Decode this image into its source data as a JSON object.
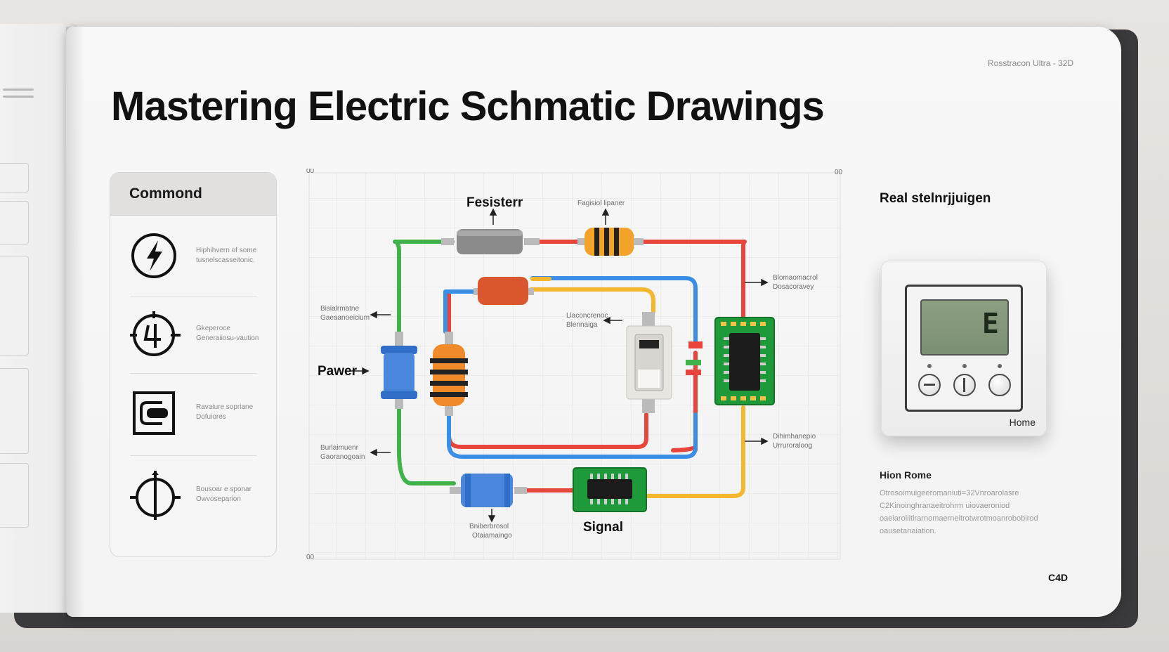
{
  "header": {
    "brand": "Rosstracon Ultra - 32D",
    "title": "Mastering Electric Schmatic Drawings"
  },
  "legend": {
    "title": "Commond",
    "items": [
      {
        "icon": "lightning-bolt-icon",
        "desc": "Hiphihvern of some tusnelscasseitonic."
      },
      {
        "icon": "ground-circle-icon",
        "desc": "Gkeperoce Generaiiosu-vaution"
      },
      {
        "icon": "switch-box-icon",
        "desc": "Ravaiure sopriane Dofuiores"
      },
      {
        "icon": "crosshair-circle-icon",
        "desc": "Bousoar e sponar Owvoseparion"
      }
    ]
  },
  "diagram": {
    "labels": {
      "resistor": "Fesisterr",
      "resistor2": "Fagisiol lipaner",
      "power": "Pawer",
      "signal": "Signal",
      "left_upper_1": "Bisialrmatne",
      "left_upper_2": "Gaeaanoeicium",
      "left_lower_1": "Burlaimuenr",
      "left_lower_2": "Gaoranogoain",
      "mid_1": "Llaconcrenoc",
      "mid_2": "Blennaiga",
      "right_upper_1": "Blomaomacrol",
      "right_upper_2": "Dosacoravey",
      "right_lower_1": "Dihimhanepio",
      "right_lower_2": "Urruroraloog",
      "bottom_1": "Bniberbrosol",
      "bottom_2": "Otaiamaingo",
      "tag_tl": "00",
      "tag_tr": "00",
      "tag_bl": "00"
    },
    "wire_colors": {
      "green": "#3fb24c",
      "red": "#e8453c",
      "blue": "#3a8ee6",
      "yellow": "#f4b72e"
    }
  },
  "right_panel": {
    "title": "Real stelnrjjuigen",
    "device_display": "E",
    "device_label": "Home",
    "subtitle": "Hion Rome",
    "paragraph": "Otrosoimuigeeromaniuti=32Vnroarolasre C2Kinoinghranaeitrohrm uiovaeroniod oaeiaroiiitirarnomaerneitrotwrotmoanrobobirod oausetanaiation."
  },
  "footer": {
    "corner": "C4D"
  }
}
